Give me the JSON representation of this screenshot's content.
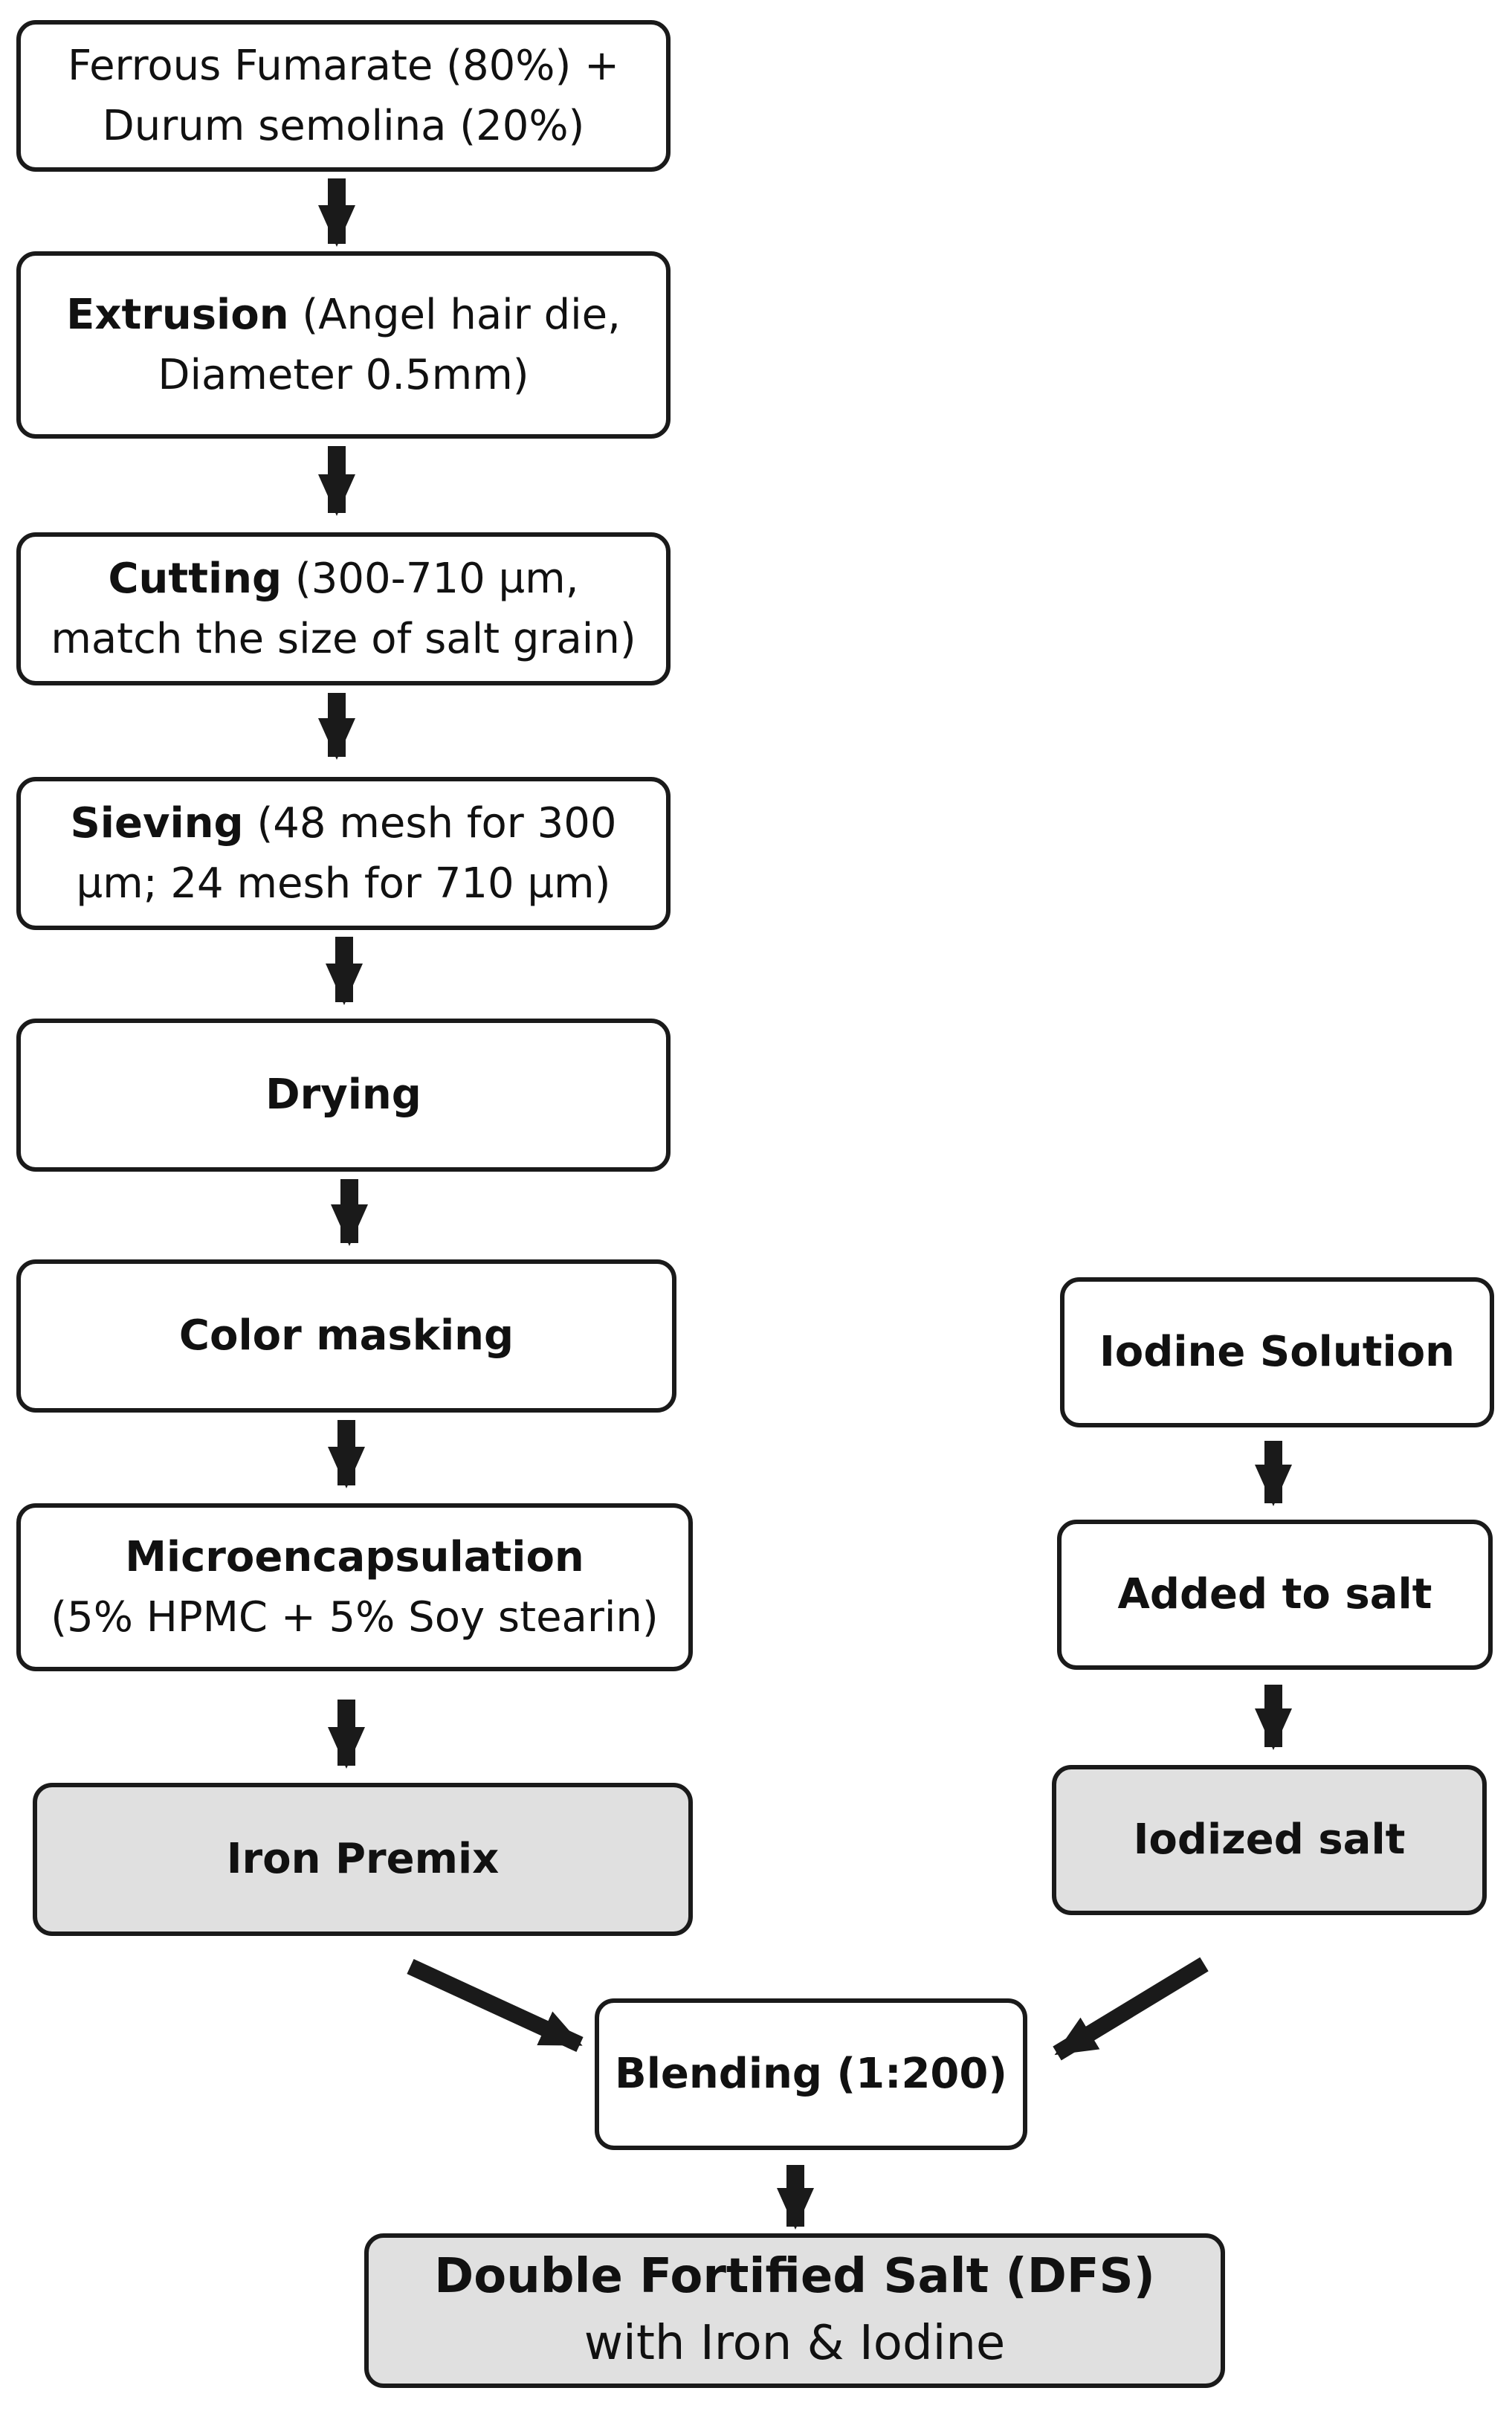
{
  "steps": {
    "raw": {
      "line1": "Ferrous Fumarate (80%) +",
      "line2": "Durum semolina (20%)"
    },
    "extrusion": {
      "bold": "Extrusion",
      "rest": " (Angel hair die,",
      "line2": "Diameter 0.5mm)"
    },
    "cutting": {
      "bold": "Cutting",
      "rest": " (300-710 µm,",
      "line2": "match the size of salt grain)"
    },
    "sieving": {
      "bold": "Sieving",
      "rest": " (48 mesh for 300",
      "line2": "µm; 24 mesh for 710 µm)"
    },
    "drying": {
      "label": "Drying"
    },
    "color_masking": {
      "label": "Color masking"
    },
    "microencapsulation": {
      "label": "Microencapsulation",
      "line2": "(5% HPMC + 5% Soy stearin)"
    },
    "iron_premix": {
      "label": "Iron Premix"
    },
    "iodine_solution": {
      "label": "Iodine Solution"
    },
    "added_to_salt": {
      "label": "Added to salt"
    },
    "iodized_salt": {
      "label": "Iodized salt"
    },
    "blending": {
      "label": "Blending (1:200)"
    },
    "dfs": {
      "line1": "Double Fortified Salt (DFS)",
      "line2": "with Iron & Iodine"
    }
  },
  "colors": {
    "stroke": "#1a1a1a",
    "product_fill": "#e0e0e0",
    "box_fill": "#ffffff"
  }
}
